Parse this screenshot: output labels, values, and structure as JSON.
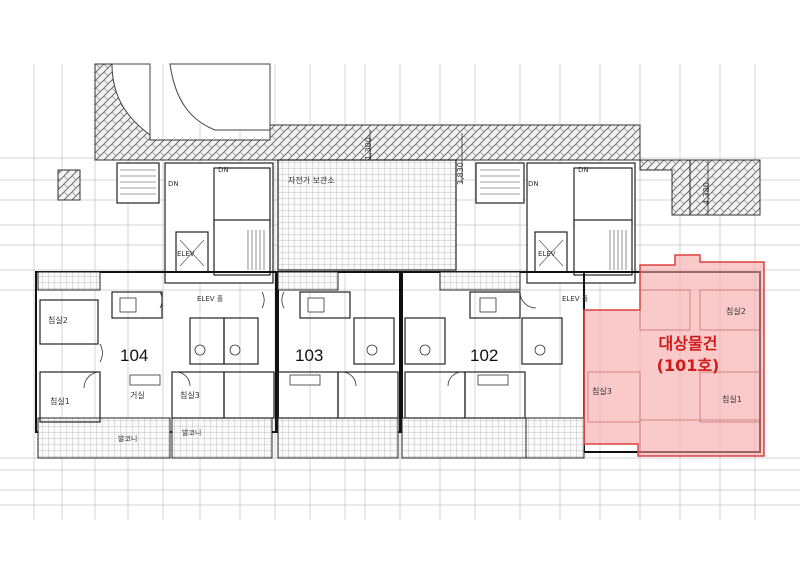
{
  "units": {
    "u104": "104",
    "u103": "103",
    "u102": "102"
  },
  "target": {
    "title": "대상물건",
    "subtitle": "(101호)",
    "fill": "#f6a6a6",
    "stroke": "#e04040",
    "text_color": "#d11a1a"
  },
  "labels": {
    "bicycle": "자전거 보관소",
    "elev": "ELEV",
    "elev_hall": "ELEV 홀",
    "dn": "DN",
    "room1": "침실1",
    "room2": "침실2",
    "room3": "침실3",
    "balcony": "발코니",
    "living": "거실"
  },
  "dimensions": {
    "d1": "1,300",
    "d2": "3,830",
    "d3": "4,380"
  }
}
